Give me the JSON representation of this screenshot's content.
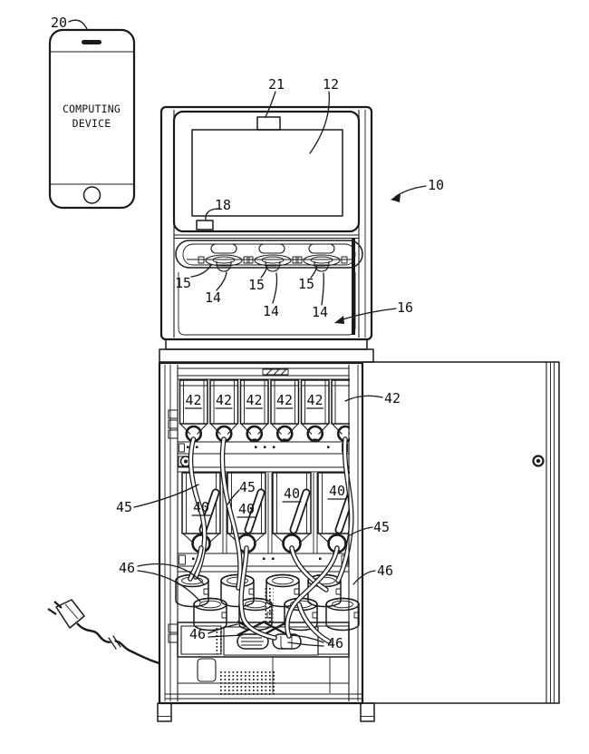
{
  "figure": {
    "background": "#ffffff",
    "line_color": "#1a1a1a",
    "computing_device": {
      "ref": "20",
      "name_lines": [
        "COMPUTING",
        "DEVICE"
      ]
    },
    "beverage_machine": {
      "ref": "10",
      "display": {
        "ref": "12"
      },
      "camera": {
        "ref": "21"
      },
      "card_reader": {
        "ref": "18"
      },
      "dispense_slots": {
        "refs": [
          "15",
          "15",
          "15"
        ]
      },
      "nozzles": {
        "refs": [
          "14",
          "14",
          "14"
        ]
      },
      "lower_housing": {
        "ref": "16"
      },
      "hopper_row": {
        "labels": [
          "42",
          "42",
          "42",
          "42",
          "42"
        ],
        "callout": "42"
      },
      "container_row": {
        "labels": [
          "40",
          "40",
          "40",
          "40"
        ]
      },
      "tubes": {
        "refs": [
          "45",
          "45",
          "45"
        ]
      },
      "pumps": {
        "refs": [
          "46",
          "46",
          "46",
          "46"
        ]
      }
    }
  }
}
